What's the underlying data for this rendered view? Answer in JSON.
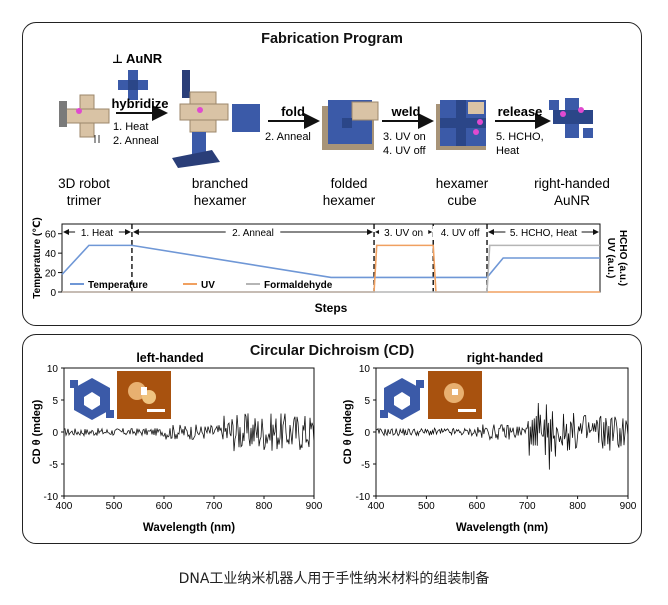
{
  "figure": {
    "caption": "DNA工业纳米机器人用于手性纳米材料的组装制备",
    "colors": {
      "dna_blue": "#3b5aa8",
      "tan": "#d9c3a5",
      "accent_pink": "#e04ad0",
      "temperature": "#6f97d6",
      "uv": "#f0a060",
      "formaldehyde": "#b5b5b5"
    }
  },
  "fabrication": {
    "title": "Fabrication Program",
    "aunr_label": "AuNR",
    "steps": [
      {
        "arrow": "hybridize",
        "sub": [
          "1. Heat",
          "2. Anneal"
        ]
      },
      {
        "arrow": "fold",
        "sub": [
          "2. Anneal"
        ]
      },
      {
        "arrow": "weld",
        "sub": [
          "3. UV on",
          "4. UV off"
        ]
      },
      {
        "arrow": "release",
        "sub": [
          "5. HCHO,",
          "Heat"
        ]
      }
    ],
    "stages": [
      [
        "3D robot",
        "trimer"
      ],
      [
        "branched",
        "hexamer"
      ],
      [
        "folded",
        "hexamer"
      ],
      [
        "hexamer",
        "cube"
      ],
      [
        "right-handed",
        "AuNR"
      ]
    ]
  },
  "chart_data": [
    {
      "type": "line",
      "ylabel": "Temperature (℃)",
      "ylabel_right": "UV (a.u.)",
      "ylabel_right2": "HCHO (a.u.)",
      "xlabel": "Steps",
      "yticks": [
        0,
        20,
        40,
        60
      ],
      "ylim": [
        0,
        70
      ],
      "xlim": [
        0,
        100
      ],
      "phases": [
        {
          "label": "1. Heat",
          "start": 0,
          "end": 13
        },
        {
          "label": "2. Anneal",
          "start": 13,
          "end": 58
        },
        {
          "label": "3. UV on",
          "start": 58,
          "end": 69
        },
        {
          "label": "4. UV off",
          "start": 69,
          "end": 79
        },
        {
          "label": "5. HCHO, Heat",
          "start": 79,
          "end": 100
        }
      ],
      "series": [
        {
          "name": "Temperature",
          "x": [
            0,
            5,
            13,
            50,
            79,
            82,
            100
          ],
          "y": [
            18,
            48,
            48,
            15,
            15,
            35,
            35
          ]
        },
        {
          "name": "UV",
          "x": [
            0,
            58,
            58.5,
            69,
            69.5,
            100
          ],
          "y": [
            0,
            0,
            48,
            48,
            0,
            0
          ]
        },
        {
          "name": "Formaldehyde",
          "x": [
            0,
            79,
            79.5,
            100
          ],
          "y": [
            0,
            0,
            48,
            48
          ]
        }
      ],
      "legend": "bottom"
    },
    {
      "type": "line",
      "title": "left-handed",
      "xlabel": "Wavelength (nm)",
      "ylabel": "CD θ (mdeg)",
      "xlim": [
        400,
        900
      ],
      "ylim": [
        -10,
        10
      ],
      "xticks": [
        400,
        500,
        600,
        700,
        800,
        900
      ],
      "yticks": [
        -10,
        -5,
        0,
        5,
        10
      ]
    },
    {
      "type": "line",
      "title": "right-handed",
      "xlabel": "Wavelength (nm)",
      "ylabel": "CD θ (mdeg)",
      "xlim": [
        400,
        900
      ],
      "ylim": [
        -10,
        10
      ],
      "xticks": [
        400,
        500,
        600,
        700,
        800,
        900
      ],
      "yticks": [
        -10,
        -5,
        0,
        5,
        10
      ]
    }
  ],
  "cd": {
    "title": "Circular Dichroism (CD)"
  }
}
